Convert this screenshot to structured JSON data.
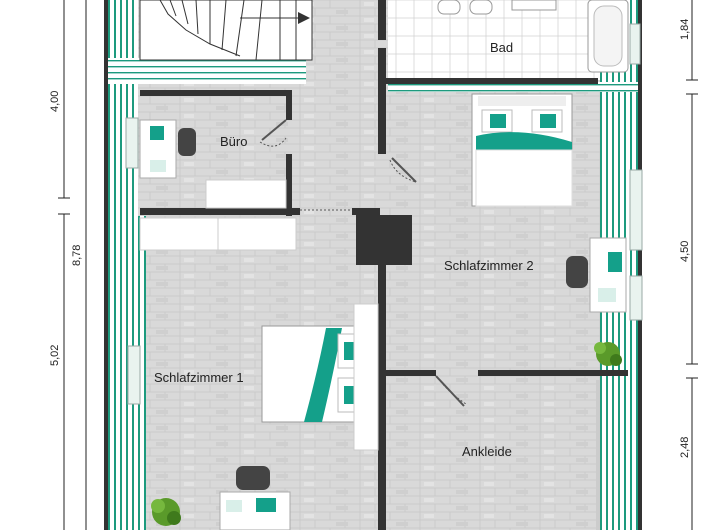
{
  "rooms": {
    "bad": "Bad",
    "buero": "Büro",
    "schlafzimmer2": "Schlafzimmer 2",
    "schlafzimmer1": "Schlafzimmer 1",
    "ankleide": "Ankleide"
  },
  "dimensions": {
    "left_upper": "4,00",
    "left_total": "8,78",
    "left_lower": "5,02",
    "right_top": "1,84",
    "right_middle": "4,50",
    "right_bottom": "2,48"
  },
  "colors": {
    "wall": "#333333",
    "floor": "#d9d9d9",
    "floor_line": "#c6c6c6",
    "roof_slope": "#1d9a7e",
    "bedding_accent": "#14a08a",
    "tile": "#ffffff",
    "plant": "#5a9a2a"
  }
}
